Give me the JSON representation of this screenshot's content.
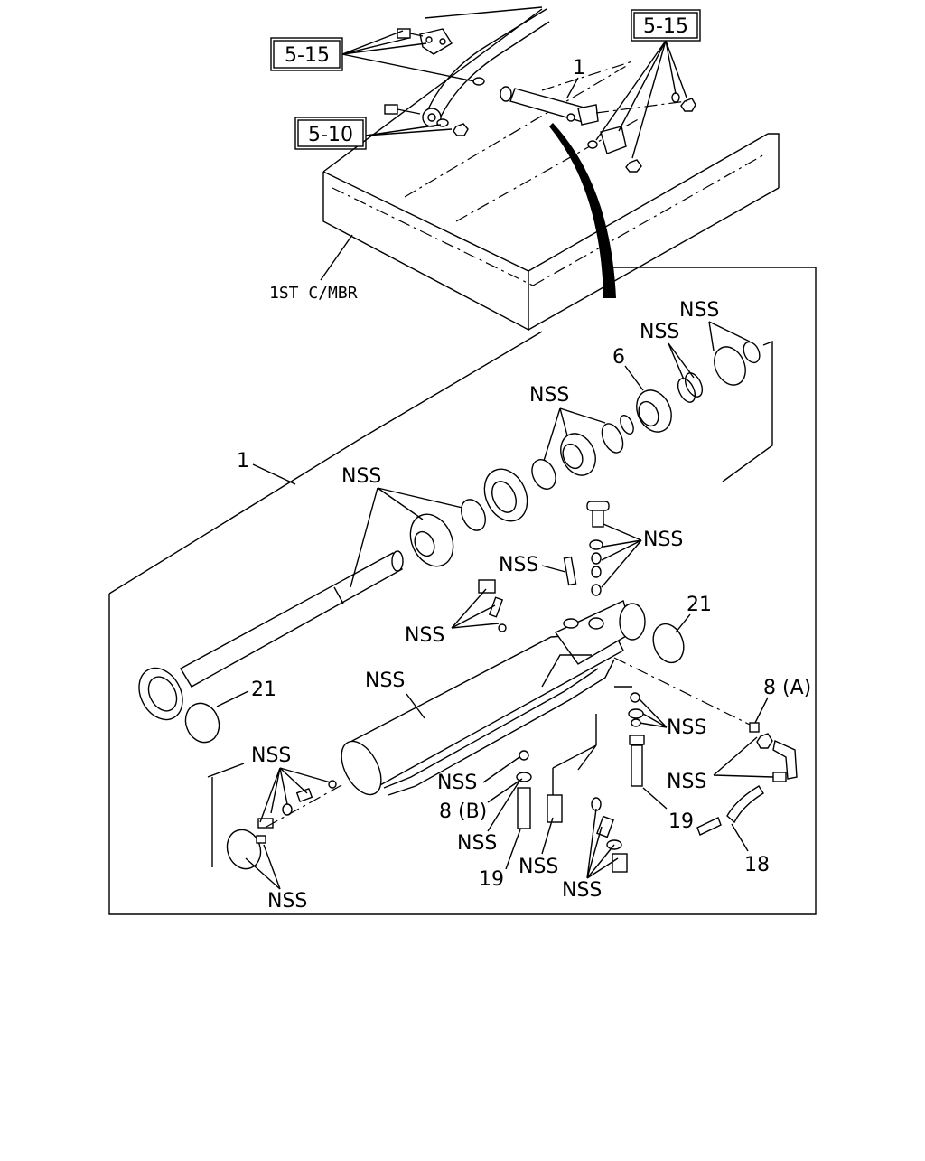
{
  "diagram": {
    "ref_boxes": {
      "left_top": "5-15",
      "right_top": "5-15",
      "left_mid": "5-10"
    },
    "overview_labels": {
      "part_1": "1",
      "frame": "1ST C/MBR"
    },
    "callouts": {
      "part_1": "1",
      "part_6": "6",
      "part_21_right": "21",
      "part_21_left": "21",
      "part_8a": "8 (A)",
      "part_8b": "8 (B)",
      "part_19_right": "19",
      "part_19_left": "19",
      "part_18": "18",
      "nss": "NSS"
    }
  }
}
